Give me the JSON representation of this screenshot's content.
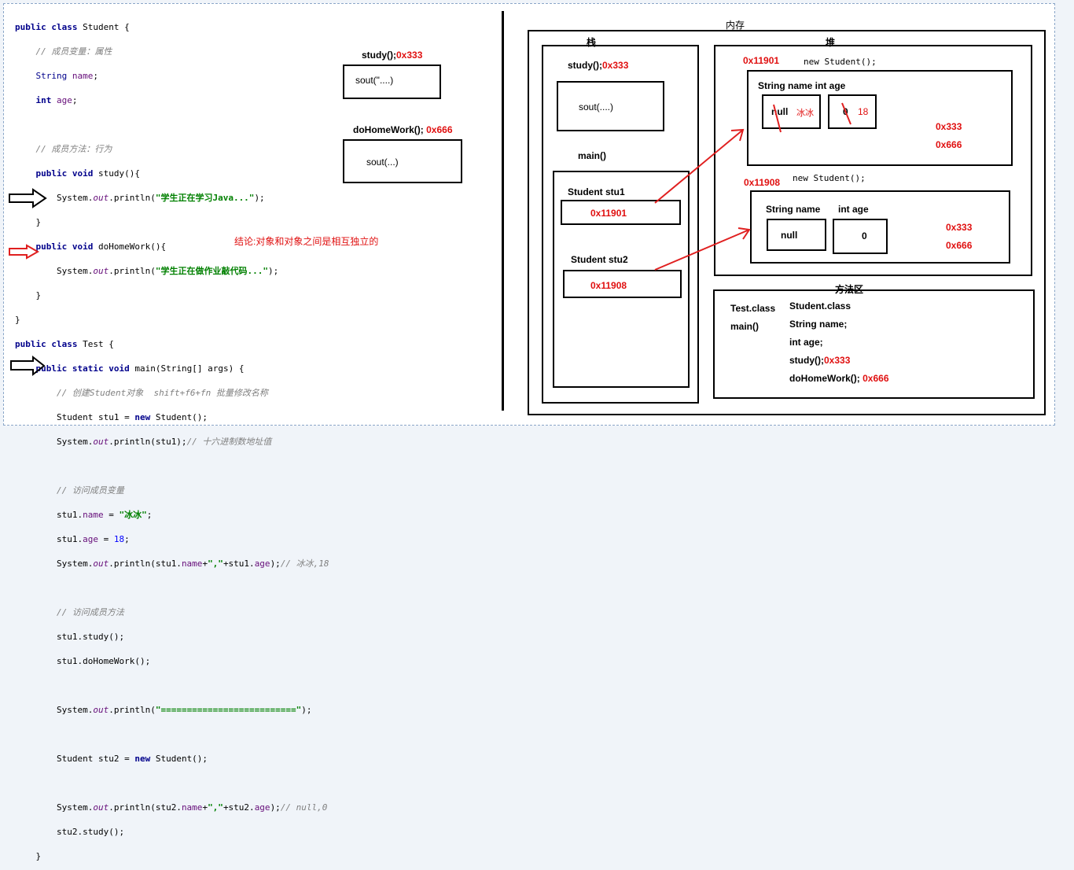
{
  "code": {
    "l1": [
      "public",
      "class",
      "Student {"
    ],
    "l2": "// 成员变量：属性",
    "l3": [
      "String",
      "name",
      ";"
    ],
    "l4": [
      "int",
      "age",
      ";"
    ],
    "l6": "// 成员方法：行为",
    "l7": [
      "public",
      "void",
      "study(){"
    ],
    "l8": [
      "System.",
      "out",
      ".println(",
      "\"学生正在学习Java...\"",
      ");"
    ],
    "l9": "}",
    "l10": [
      "public",
      "void",
      "doHomeWork(){"
    ],
    "l11": [
      "System.",
      "out",
      ".println(",
      "\"学生正在做作业敲代码...\"",
      ");"
    ],
    "l12": "}",
    "l13": "}",
    "l14": [
      "public",
      "class",
      "Test {"
    ],
    "l15": [
      "public",
      "static",
      "void",
      "main(String[] args) {"
    ],
    "l16": "// 创建Student对象  shift+f6+fn 批量修改名称",
    "l17": [
      "Student stu1 = ",
      "new",
      "Student();"
    ],
    "l18": [
      "System.",
      "out",
      ".println(stu1);",
      "// 十六进制数地址值"
    ],
    "l20": "// 访问成员变量",
    "l21": [
      "stu1.",
      "name",
      " = ",
      "\"冰冰\"",
      ";"
    ],
    "l22": [
      "stu1.",
      "age",
      " = ",
      "18",
      ";"
    ],
    "l23": [
      "System.",
      "out",
      ".println(stu1.",
      "name",
      "+",
      "\",\"",
      "+stu1.",
      "age",
      ");",
      "// 冰冰,18"
    ],
    "l25": "// 访问成员方法",
    "l26": "stu1.study();",
    "l27": "stu1.doHomeWork();",
    "l29": [
      "System.",
      "out",
      ".println(",
      "\"==========================\"",
      ");"
    ],
    "l31": [
      "Student stu2 = ",
      "new",
      "Student();"
    ],
    "l33": [
      "System.",
      "out",
      ".println(stu2.",
      "name",
      "+",
      "\",\"",
      "+stu2.",
      "age",
      ");",
      "// null,0"
    ],
    "l34": "stu2.study();",
    "l35": "}",
    "l36": "}"
  },
  "conclusion": "结论:对象和对象之间是相互独立的",
  "stack_frames_left": {
    "study_label": "study();",
    "study_addr": "0x333",
    "study_body": "sout(\"....)",
    "homework_label": "doHomeWork();",
    "homework_addr": "0x666",
    "homework_body": "sout(...)"
  },
  "memory": {
    "title": "内存",
    "stack": {
      "title": "栈",
      "study_label": "study();",
      "study_addr": "0x333",
      "study_body": "sout(....)",
      "main_label": "main()",
      "stu1_label": "Student stu1",
      "stu1_addr": "0x11901",
      "stu2_label": "Student stu2",
      "stu2_addr": "0x11908"
    },
    "heap": {
      "title": "堆",
      "obj1_addr": "0x11901",
      "obj1_new": "new Student();",
      "obj1_fields": "String name  int age",
      "obj1_name_old": "null",
      "obj1_name_new": "冰冰",
      "obj1_age_old": "0",
      "obj1_age_new": "18",
      "obj1_m1": "0x333",
      "obj1_m2": "0x666",
      "obj2_addr": "0x11908",
      "obj2_new": "new Student();",
      "obj2_field_name": "String name",
      "obj2_field_age": "int age",
      "obj2_name": "null",
      "obj2_age": "0",
      "obj2_m1": "0x333",
      "obj2_m2": "0x666"
    },
    "method_area": {
      "title": "方法区",
      "test_class": "Test.class",
      "test_main": "main()",
      "student_class": "Student.class",
      "student_name": "String name;",
      "student_age": "int age;",
      "student_study": "study();",
      "student_study_addr": "0x333",
      "student_hw": "doHomeWork();",
      "student_hw_addr": "0x666"
    }
  },
  "colors": {
    "red": "#e01010",
    "arrow": "#e02020",
    "keyword": "#00008b",
    "string": "#008000",
    "comment": "#808080"
  },
  "icons": [
    "arrow-right-outline-icon",
    "arrow-right-red-outline-icon"
  ]
}
